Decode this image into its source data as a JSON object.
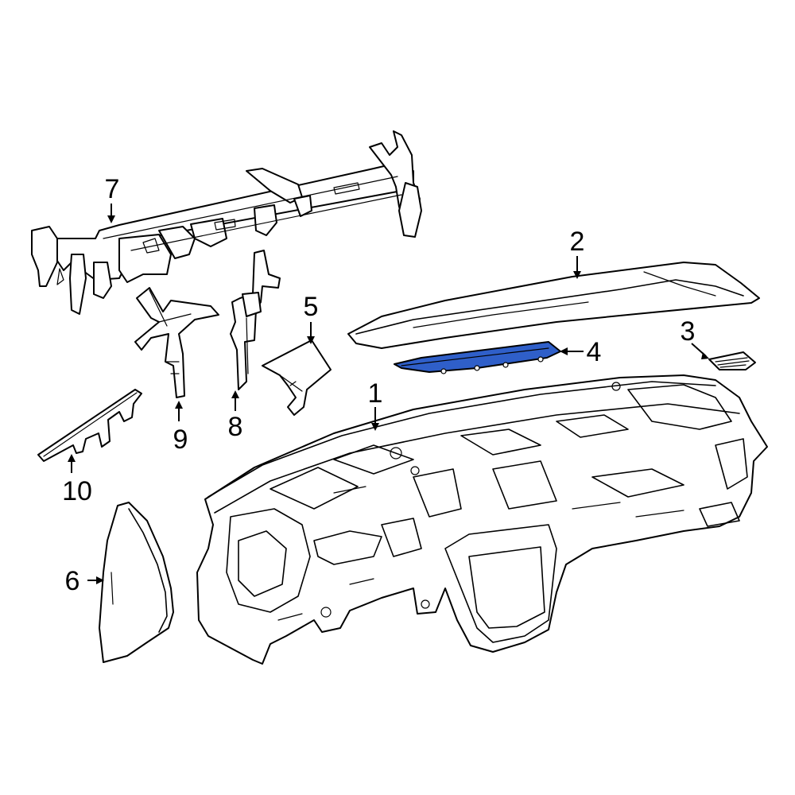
{
  "diagram": {
    "highlight_color": "#2f5fc9",
    "highlighted_part": "4",
    "callouts": [
      {
        "label": "1"
      },
      {
        "label": "2"
      },
      {
        "label": "3"
      },
      {
        "label": "4"
      },
      {
        "label": "5"
      },
      {
        "label": "6"
      },
      {
        "label": "7"
      },
      {
        "label": "8"
      },
      {
        "label": "9"
      },
      {
        "label": "10"
      }
    ]
  }
}
